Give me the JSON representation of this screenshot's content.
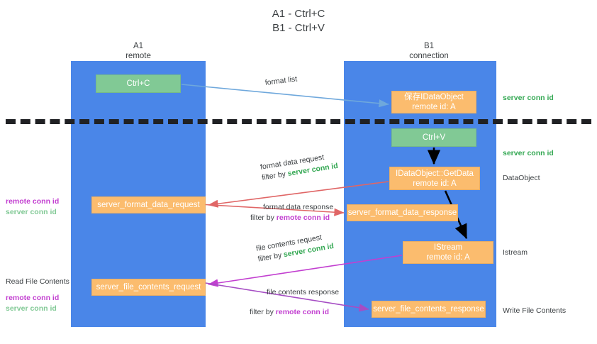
{
  "title": "A1 - Ctrl+C\nB1 - Ctrl+V",
  "lanes": {
    "left": {
      "name": "A1",
      "role": "remote",
      "header": "A1\nremote"
    },
    "right": {
      "name": "B1",
      "role": "connection",
      "header": "B1\nconnection"
    }
  },
  "colors": {
    "lane": "#4a86e8",
    "green_node": "#81c995",
    "orange_node": "#fbbc6e",
    "server_conn_id": "#34a853",
    "remote_conn_id": "#c23fd0",
    "divider": "#202124",
    "arrow_blue": "#6fa8dc",
    "arrow_red": "#e06666",
    "arrow_magenta": "#c23fd0",
    "arrow_purple": "#a64dc4",
    "arrow_black": "#000000",
    "text": "#3c4043"
  },
  "nodes": {
    "ctrl_c": "Ctrl+C",
    "save_idataobject": "保存IDataObject\nremote id: A",
    "ctrl_v": "Ctrl+V",
    "getdata": "IDataObject::GetData\nremote id: A",
    "server_format_data_request": "server_format_data_request",
    "server_format_data_response": "server_format_data_response",
    "istream": "IStream\nremote id: A",
    "server_file_contents_request": "server_file_contents_request",
    "server_file_contents_response": "server_file_contents_response"
  },
  "edge_labels": {
    "format_list": "format list",
    "format_data_request": "format data request",
    "format_data_request_filter_prefix": "filter by ",
    "format_data_request_filter_key": "server conn id",
    "format_data_response": "format data response",
    "format_data_response_filter_prefix": "filter by ",
    "format_data_response_filter_key": "remote conn id",
    "file_contents_request": "file contents request",
    "file_contents_request_filter_prefix": "filter by ",
    "file_contents_request_filter_key": "server conn id",
    "file_contents_response": "file contents response",
    "file_contents_response_filter_prefix": "filter by ",
    "file_contents_response_filter_key": "remote conn id"
  },
  "annotations": {
    "server_conn_id_top": "server conn id",
    "server_conn_id_mid": "server conn id",
    "dataobject": "DataObject",
    "istream": "Istream",
    "write_file_contents": "Write File Contents",
    "read_file_contents": "Read File Contents",
    "remote_conn_id": "remote conn id",
    "server_conn_id": "server conn id"
  }
}
